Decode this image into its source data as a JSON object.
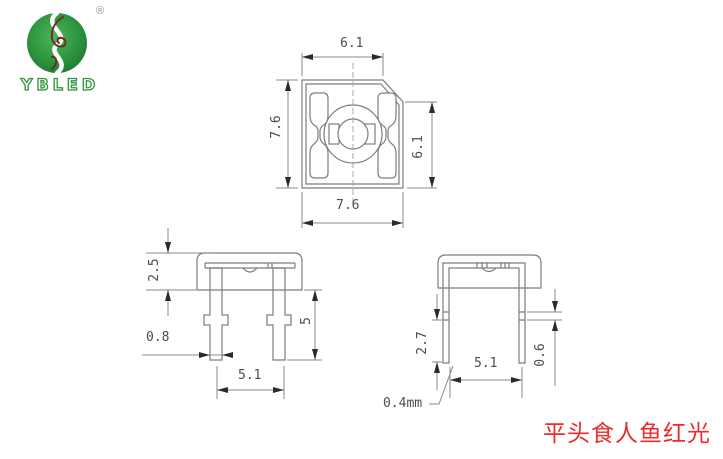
{
  "header": {
    "logo": {
      "brand": "YBLED",
      "registered_mark": "®"
    }
  },
  "product_label": {
    "text": "平头食人鱼红光"
  },
  "drawing": {
    "top_view": {
      "dim_top_width": "6.1",
      "dim_overall_height": "7.6",
      "dim_right_height": "6.1",
      "dim_overall_width": "7.6"
    },
    "front_view": {
      "dim_body_height": "2.5",
      "dim_lead_width": "0.8",
      "dim_lead_length": "5",
      "dim_lead_spacing": "5.1"
    },
    "side_view": {
      "dim_lower_lead_length": "2.7",
      "dim_lead_spacing": "5.1",
      "dim_bend_offset": "0.6",
      "dim_lead_thickness": "0.4mm"
    }
  },
  "colors": {
    "line": "#7d7d7d",
    "dimension_line": "#888888",
    "dimension_text": "#4d4d4d",
    "arrow": "#2b2b2b",
    "centerline": "#a8a8a8",
    "brand_green": "#2f9640",
    "brand_swirl": "#6b3226",
    "label_red": "#ee2b2b"
  }
}
